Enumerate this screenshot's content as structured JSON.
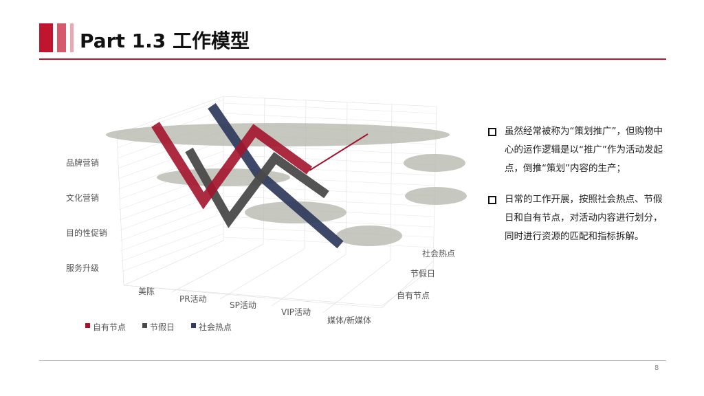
{
  "header": {
    "title": "Part 1.3  工作模型",
    "accent_color": "#c0152f",
    "bars": [
      "#c0152f",
      "#d45a6c",
      "#eaa8b3"
    ]
  },
  "chart_data": {
    "type": "line",
    "subtype": "3d-line",
    "title": "",
    "categories": [
      "美陈",
      "PR活动",
      "SP活动",
      "VIP活动",
      "媒体/新媒体"
    ],
    "y_categories": [
      "服务升级",
      "目的性促销",
      "文化营销",
      "品牌营销"
    ],
    "depth_categories": [
      "自有节点",
      "节假日",
      "社会热点"
    ],
    "series": [
      {
        "name": "自有节点",
        "color": "#a3142c",
        "values": [
          4,
          1.4,
          4,
          2.2,
          3.2
        ]
      },
      {
        "name": "节假日",
        "color": "#4a4a4a",
        "values": [
          3.2,
          1.1,
          2.9,
          1.6,
          1.3
        ]
      },
      {
        "name": "社会热点",
        "color": "#2e3a5c",
        "values": [
          4.2,
          2.6,
          1.6,
          0.2,
          0.1
        ]
      }
    ],
    "legend_position": "bottom-left",
    "grid": true
  },
  "chart": {
    "y_labels": [
      "品牌营销",
      "文化营销",
      "目的性促销",
      "服务升级"
    ],
    "x_labels": [
      "美陈",
      "PR活动",
      "SP活动",
      "VIP活动",
      "媒体/新媒体"
    ],
    "z_labels": [
      "社会热点",
      "节假日",
      "自有节点"
    ],
    "legend": [
      {
        "label": "自有节点",
        "color": "#a3142c"
      },
      {
        "label": "节假日",
        "color": "#4a4a4a"
      },
      {
        "label": "社会热点",
        "color": "#2e3a5c"
      }
    ]
  },
  "bullets": [
    "虽然经常被称为“策划推广”，但购物中心的运作逻辑是以“推广”作为活动发起点，倒推“策划”内容的生产；",
    "日常的工作开展，按照社会热点、节假日和自有节点，对活动内容进行划分，同时进行资源的匹配和指标拆解。"
  ],
  "footer": {
    "page_number": "8"
  }
}
